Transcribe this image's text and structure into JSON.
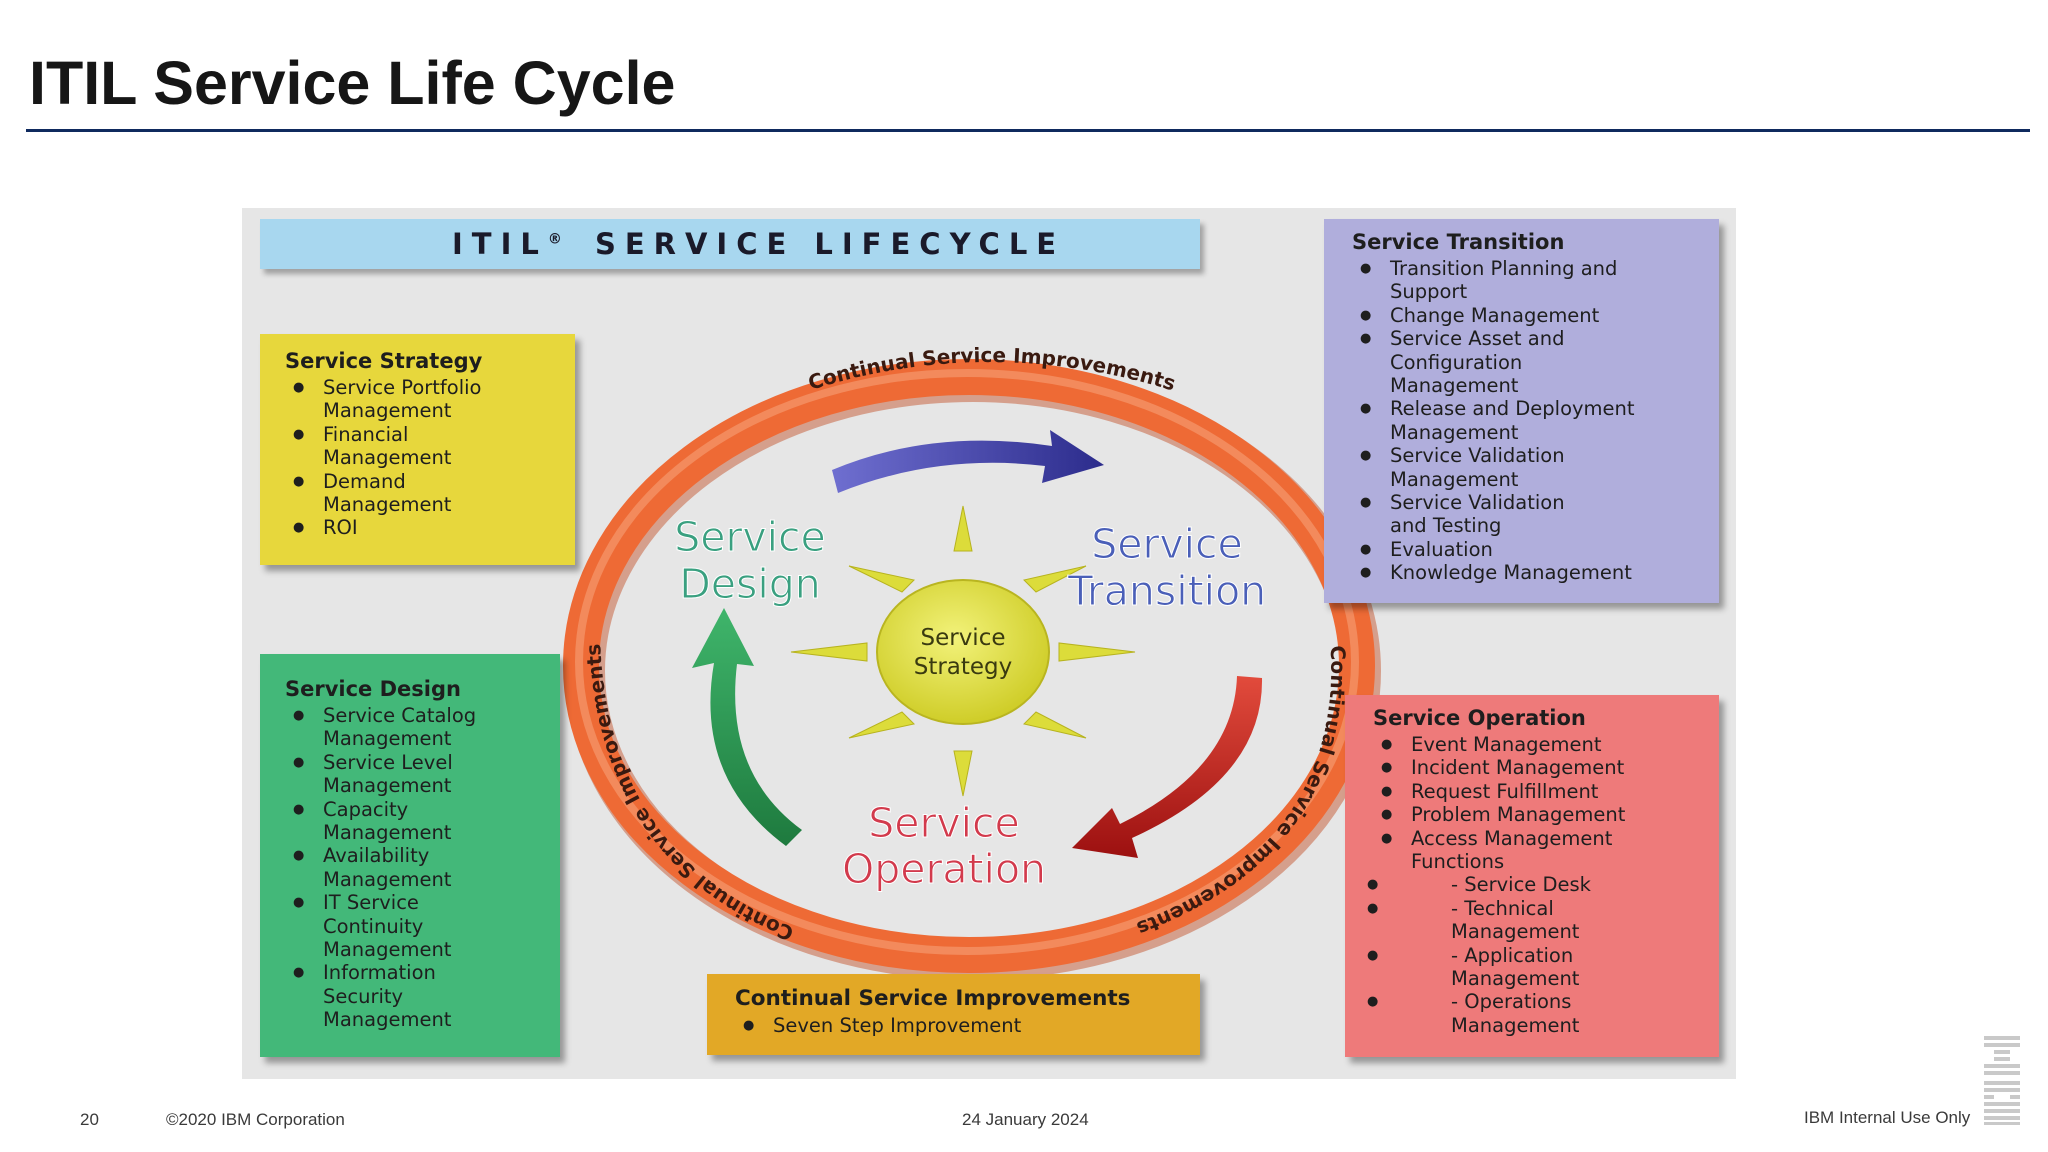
{
  "slide": {
    "title": "ITIL Service Life Cycle"
  },
  "diagram": {
    "banner": {
      "title": "ITIL",
      "registered": "®",
      "subtitle": "SERVICE LIFECYCLE"
    },
    "ring_label": "Continual Service Improvements",
    "center": {
      "line1": "Service",
      "line2": "Strategy"
    },
    "stages": {
      "design": [
        "Service",
        "Design"
      ],
      "transition": [
        "Service",
        "Transition"
      ],
      "operation": [
        "Service",
        "Operation"
      ]
    },
    "boxes": {
      "strategy": {
        "title": "Service Strategy",
        "items": [
          {
            "text": "Service Portfolio"
          },
          {
            "text": "Management",
            "cont": true
          },
          {
            "text": "Financial"
          },
          {
            "text": "Management",
            "cont": true
          },
          {
            "text": "Demand"
          },
          {
            "text": "Management",
            "cont": true
          },
          {
            "text": "ROI"
          }
        ]
      },
      "design": {
        "title": "Service Design",
        "items": [
          {
            "text": "Service Catalog"
          },
          {
            "text": "Management",
            "cont": true
          },
          {
            "text": "Service Level"
          },
          {
            "text": "Management",
            "cont": true
          },
          {
            "text": "Capacity"
          },
          {
            "text": "Management",
            "cont": true
          },
          {
            "text": "Availability"
          },
          {
            "text": "Management",
            "cont": true
          },
          {
            "text": "IT Service"
          },
          {
            "text": "Continuity",
            "cont": true
          },
          {
            "text": "Management",
            "cont": true
          },
          {
            "text": "Information"
          },
          {
            "text": "Security",
            "cont": true
          },
          {
            "text": "Management",
            "cont": true
          }
        ]
      },
      "transition": {
        "title": "Service Transition",
        "items": [
          {
            "text": "Transition Planning and"
          },
          {
            "text": "Support",
            "cont": true
          },
          {
            "text": "Change Management"
          },
          {
            "text": "Service Asset and"
          },
          {
            "text": "Configuration",
            "cont": true
          },
          {
            "text": "Management",
            "cont": true
          },
          {
            "text": "Release and Deployment"
          },
          {
            "text": "Management",
            "cont": true
          },
          {
            "text": "Service Validation"
          },
          {
            "text": "Management",
            "cont": true
          },
          {
            "text": "Service Validation"
          },
          {
            "text": "and Testing",
            "cont": true
          },
          {
            "text": "Evaluation"
          },
          {
            "text": "Knowledge Management"
          }
        ]
      },
      "operation": {
        "title": "Service Operation",
        "items": [
          {
            "text": "Event Management"
          },
          {
            "text": "Incident Management"
          },
          {
            "text": "Request Fulfillment"
          },
          {
            "text": "Problem Management"
          },
          {
            "text": "Access Management"
          },
          {
            "text": "Functions",
            "cont": true
          },
          {
            "text": "- Service Desk",
            "sub": true
          },
          {
            "text": "- Technical",
            "sub": true
          },
          {
            "text": "Management",
            "sub": true,
            "cont": true
          },
          {
            "text": "- Application",
            "sub": true
          },
          {
            "text": "Management",
            "sub": true,
            "cont": true
          },
          {
            "text": "- Operations",
            "sub": true
          },
          {
            "text": "Management",
            "sub": true,
            "cont": true
          }
        ]
      },
      "csi": {
        "title": "Continual Service Improvements",
        "items": [
          {
            "text": "Seven Step Improvement"
          }
        ]
      }
    }
  },
  "footer": {
    "page_number": "20",
    "copyright": "©2020 IBM Corporation",
    "date": "24 January 2024",
    "classification": "IBM Internal Use Only"
  },
  "colors": {
    "title_rule": "#0f2a5e",
    "banner": "#a8d7ef",
    "strategy_box": "#e7d73c",
    "design_box": "#43b879",
    "transition_box": "#b0aedc",
    "operation_box": "#ee7a7a",
    "csi_box": "#e2a826",
    "ring": "#ee6a35",
    "sun": "#dcdc3a"
  }
}
